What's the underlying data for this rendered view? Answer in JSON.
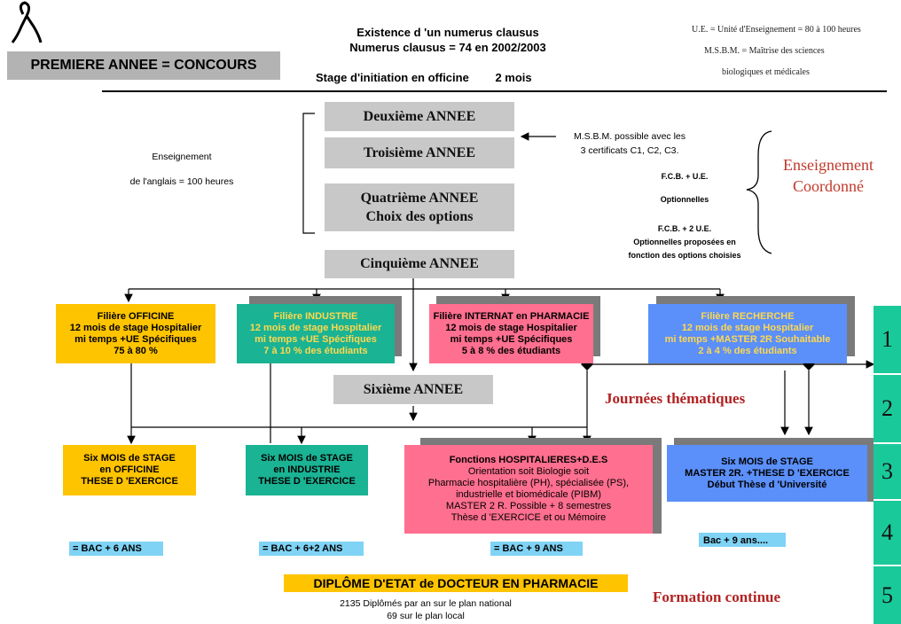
{
  "header": {
    "concours": "PREMIERE ANNEE = CONCOURS",
    "numerus_line1": "Existence d 'un numerus clausus",
    "numerus_line2": "Numerus clausus = 74 en 2002/2003",
    "stage_label": "Stage d'initiation en officine",
    "stage_duration": "2 mois",
    "ue_def": "U.E. = Unité d'Enseignement = 80 à 100 heures",
    "msbm_def1": "M.S.B.M. = Maîtrise des sciences",
    "msbm_def2": "biologiques et médicales"
  },
  "years": {
    "deuxieme": "Deuxième ANNEE",
    "troisieme": "Troisième ANNEE",
    "quatrieme1": "Quatrième ANNEE",
    "quatrieme2": "Choix des options",
    "cinquieme": "Cinquième ANNEE",
    "sixieme": "Sixième ANNEE"
  },
  "left_note": {
    "line1": "Enseignement",
    "line2": "de l'anglais = 100 heures"
  },
  "right_notes": {
    "msbm1": "M.S.B.M. possible avec les",
    "msbm2": "3 certificats C1, C2, C3.",
    "fcb_ue": "F.C.B. + U.E.",
    "optionnelles": "Optionnelles",
    "fcb_2ue": "F.C.B. + 2 U.E.",
    "opt_prop1": "Optionnelles proposées en",
    "opt_prop2": "fonction des options choisies",
    "enseignement1": "Enseignement",
    "enseignement2": "Coordonné"
  },
  "filieres": {
    "officine": [
      "Filière OFFICINE",
      "12 mois de stage Hospitalier",
      "mi temps +UE Spécifiques",
      "75 à 80 %"
    ],
    "industrie": [
      "Filière INDUSTRIE",
      "12 mois de stage Hospitalier",
      "mi temps +UE Spécifiques",
      "7 à 10 % des étudiants"
    ],
    "internat": [
      "Filière INTERNAT en PHARMACIE",
      "12 mois de stage Hospitalier",
      "mi temps +UE Spécifiques",
      "5 à 8 % des étudiants"
    ],
    "recherche": [
      "Filière RECHERCHE",
      "12 mois de stage Hospitalier",
      "mi temps +MASTER 2R Souhaitable",
      "2 à 4 % des étudiants"
    ]
  },
  "journees": "Journées thématiques",
  "formation_continue": "Formation continue",
  "outcomes": {
    "officine": [
      "Six MOIS de STAGE",
      "en OFFICINE",
      "THESE D 'EXERCICE"
    ],
    "industrie": [
      "Six MOIS de STAGE",
      "en INDUSTRIE",
      "THESE D 'EXERCICE"
    ],
    "hospitalier": [
      "Fonctions HOSPITALIERES+D.E.S",
      "Orientation soit Biologie soit",
      "Pharmacie hospitalière (PH), spécialisée (PS),",
      "industrielle et biomédicale (PIBM)",
      "MASTER 2 R. Possible + 8 semestres",
      "Thèse d 'EXERCICE et ou Mémoire"
    ],
    "recherche": [
      "Six MOIS de STAGE",
      "MASTER 2R. +THESE D 'EXERCICE",
      "Début Thèse d 'Université"
    ]
  },
  "durations": {
    "bac6": "= BAC + 6 ANS",
    "bac62": "= BAC + 6+2 ANS",
    "bac9": "= BAC + 9 ANS",
    "bac9b": "Bac + 9 ans...."
  },
  "diplome": "DIPLÔME D'ETAT de DOCTEUR EN PHARMACIE",
  "diplomes_count1": "2135 Diplômés par an sur le plan national",
  "diplomes_count2": "69 sur le plan local",
  "side_numbers": [
    "1",
    "2",
    "3",
    "4",
    "5"
  ],
  "colors": {
    "officine": "#ffc400",
    "industrie": "#1ab394",
    "internat": "#ff6f8f",
    "recherche": "#5b8ff9",
    "teal": "#1ac99a",
    "grey": "#c8c8c8",
    "red_text": "#b22222"
  }
}
